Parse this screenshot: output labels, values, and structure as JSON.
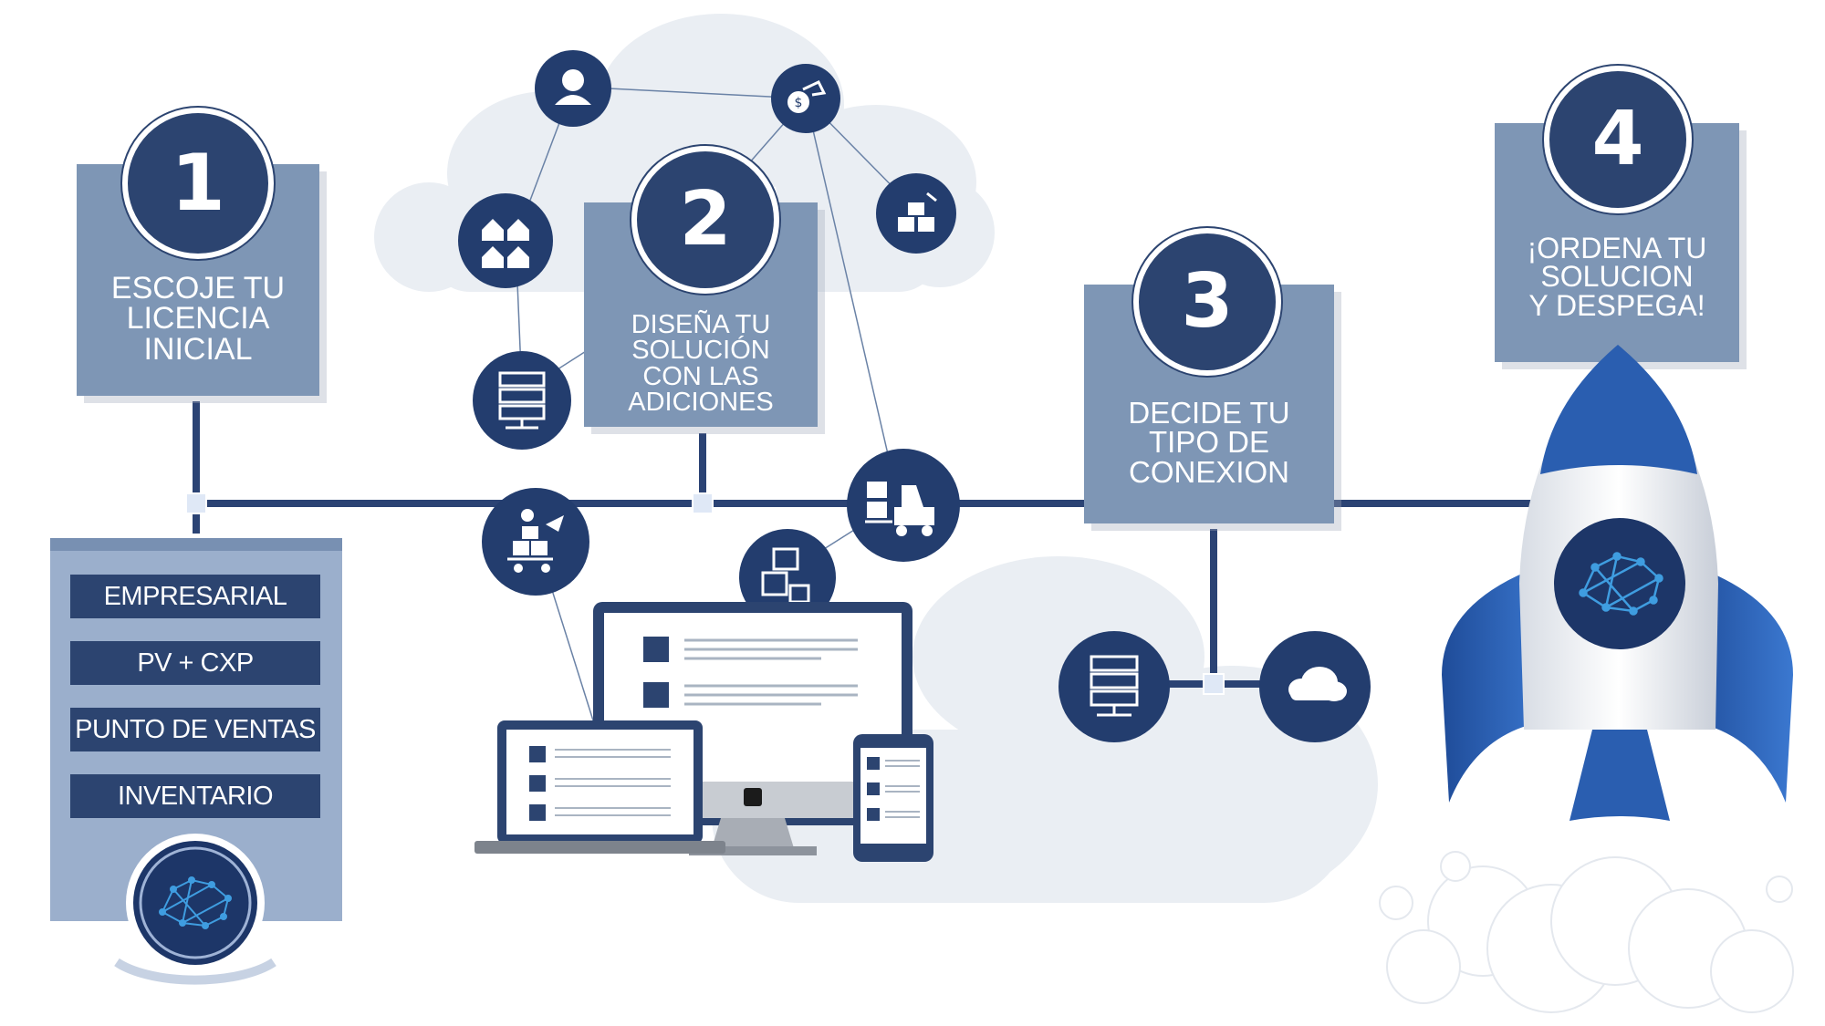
{
  "steps": [
    {
      "number": "1",
      "text": "ESCOJE TU\nLICENCIA\nINICIAL"
    },
    {
      "number": "2",
      "text": "DISEÑA TU\nSOLUCIÓN\nCON LAS\nADICIONES"
    },
    {
      "number": "3",
      "text": "DECIDE TU\nTIPO DE\nCONEXION"
    },
    {
      "number": "4",
      "text": "¡ORDENA TU\nSOLUCION\nY DESPEGA!"
    }
  ],
  "license_options": [
    "EMPRESARIAL",
    "PV + CXP",
    "PUNTO DE VENTAS",
    "INVENTARIO"
  ],
  "icons": {
    "addons": [
      "user-icon",
      "money-hand-icon",
      "warehouses-icon",
      "boxes-tag-icon",
      "server-icon",
      "shipping-icon",
      "forklift-icon",
      "packages-icon"
    ],
    "connection": [
      "server-icon",
      "cloud-icon"
    ],
    "devices": [
      "desktop-monitor-icon",
      "laptop-icon",
      "smartphone-icon"
    ],
    "brand": "brain-network-logo-icon"
  },
  "colors": {
    "navy": "#2c4470",
    "card": "#7e96b5",
    "timeline": "#2b4374",
    "cloud": "#e9edf2",
    "rocket_blue": "#2a5eb0"
  }
}
